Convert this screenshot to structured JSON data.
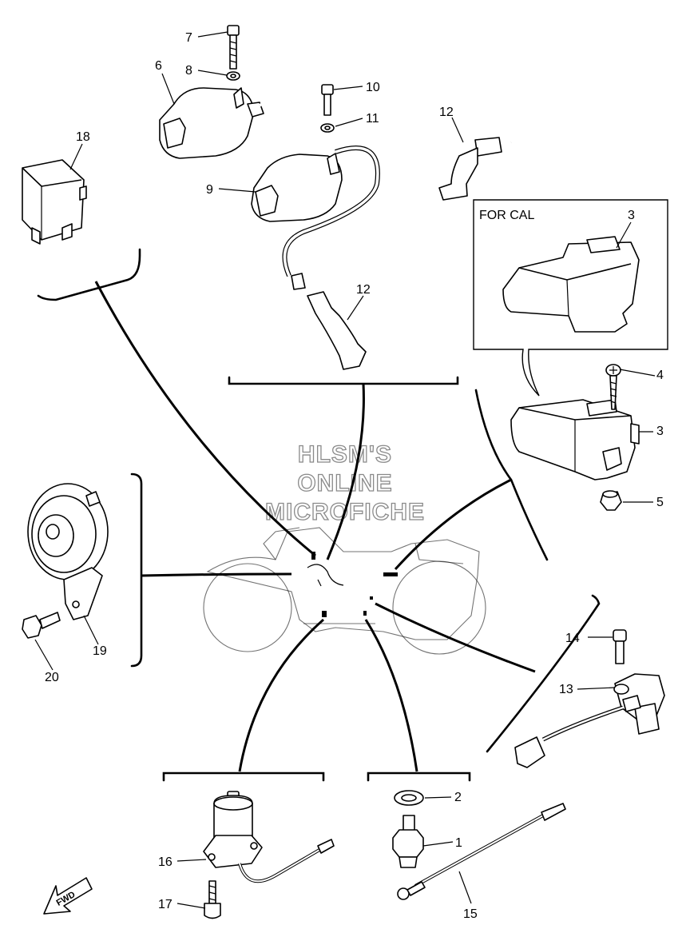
{
  "box_caption": "FOR CAL",
  "watermark": [
    "HLSM'S",
    "ONLINE",
    "MICROFICHE"
  ],
  "fwd_label": "FWD",
  "callouts": [
    {
      "id": "c7",
      "label": "7"
    },
    {
      "id": "c8",
      "label": "8"
    },
    {
      "id": "c6",
      "label": "6"
    },
    {
      "id": "c10",
      "label": "10"
    },
    {
      "id": "c11",
      "label": "11"
    },
    {
      "id": "c12a",
      "label": "12"
    },
    {
      "id": "c18",
      "label": "18"
    },
    {
      "id": "c9",
      "label": "9"
    },
    {
      "id": "c12b",
      "label": "12"
    },
    {
      "id": "c3a",
      "label": "3"
    },
    {
      "id": "c4",
      "label": "4"
    },
    {
      "id": "c3b",
      "label": "3"
    },
    {
      "id": "c5",
      "label": "5"
    },
    {
      "id": "c19",
      "label": "19"
    },
    {
      "id": "c20",
      "label": "20"
    },
    {
      "id": "c14",
      "label": "14"
    },
    {
      "id": "c13",
      "label": "13"
    },
    {
      "id": "c2",
      "label": "2"
    },
    {
      "id": "c1",
      "label": "1"
    },
    {
      "id": "c16",
      "label": "16"
    },
    {
      "id": "c17",
      "label": "17"
    },
    {
      "id": "c15",
      "label": "15"
    }
  ]
}
